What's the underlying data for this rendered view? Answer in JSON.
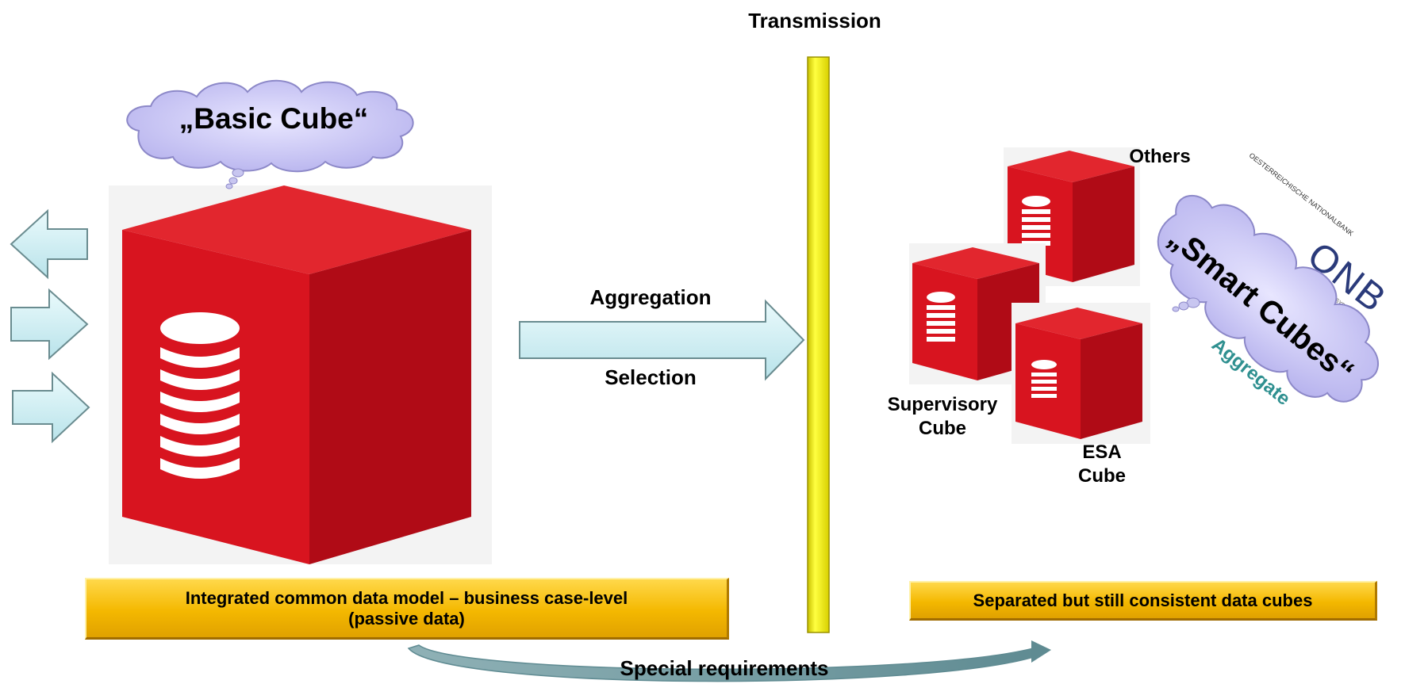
{
  "labels": {
    "transmission": "Transmission",
    "aggregation": "Aggregation",
    "selection": "Selection",
    "others": "Others",
    "supervisory_cube": [
      "Supervisory",
      "Cube"
    ],
    "esa_cube": [
      "ESA",
      "Cube"
    ],
    "aggregate": "Aggregate",
    "special_requirements": "Special requirements"
  },
  "clouds": {
    "basic_cube": "„Basic Cube“",
    "smart_cubes": "„Smart Cubes“"
  },
  "banners": {
    "left": [
      "Integrated common data model – business case-level",
      "(passive data)"
    ],
    "right": "Separated but still consistent data cubes"
  },
  "logo": {
    "letters": "ONB",
    "name": "OESTERREICHISCHE NATIONALBANK",
    "sub": "EUROSYSTEM"
  },
  "colors": {
    "cube_red": "#d8141f",
    "arrow_fill": "#cdeef2",
    "transmission_bar": "#f2ee00",
    "banner": "#f4b800",
    "aggregate_text": "#2f9090",
    "curve": "#6f9aa0"
  }
}
